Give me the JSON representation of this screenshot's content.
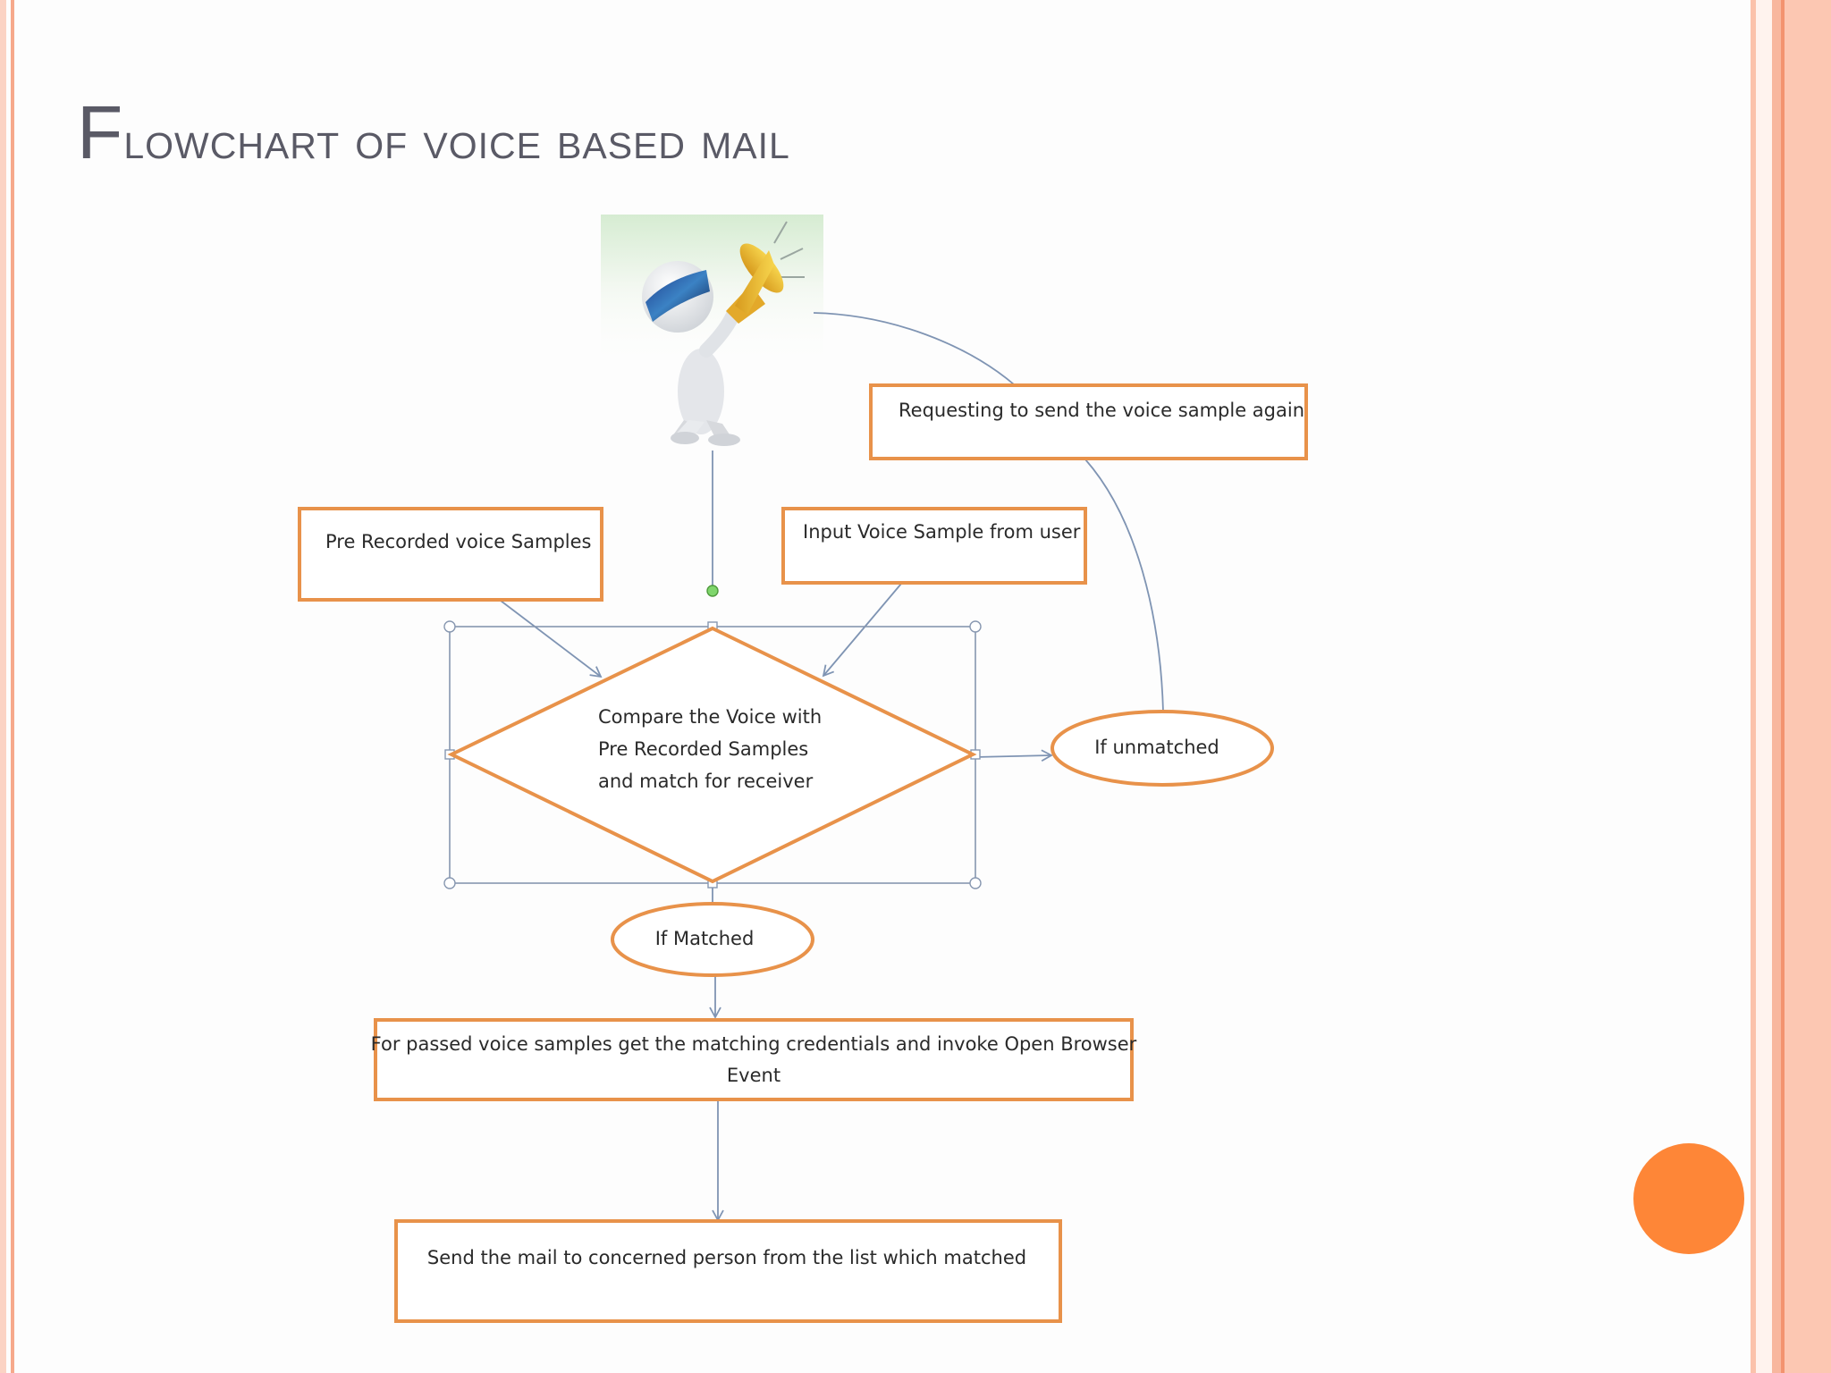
{
  "slide": {
    "title_first_letter": "F",
    "title_rest": "lowchart of voice based mail"
  },
  "colors": {
    "accent_orange": "#fe8637",
    "node_border": "#e8924a",
    "connector": "#7f94b3",
    "title": "#5a5a66",
    "stripe_light": "#fbc9b6",
    "stripe_medium": "#f6a98c"
  },
  "diagram": {
    "user_figure_icon": "person-with-megaphone-icon",
    "nodes": {
      "pre_recorded": "Pre Recorded voice Samples",
      "input_voice": "Input Voice Sample from user",
      "requesting_again": "Requesting to send the voice sample again",
      "compare_line1": "Compare the Voice with",
      "compare_line2": "Pre Recorded Samples",
      "compare_line3": "and match for receiver",
      "if_unmatched": "If unmatched",
      "if_matched": "If Matched",
      "passed_line1": "For passed voice samples get the matching credentials and invoke Open Browser",
      "passed_line2": "Event",
      "send_mail": "Send the mail to concerned person from the list which matched"
    }
  }
}
